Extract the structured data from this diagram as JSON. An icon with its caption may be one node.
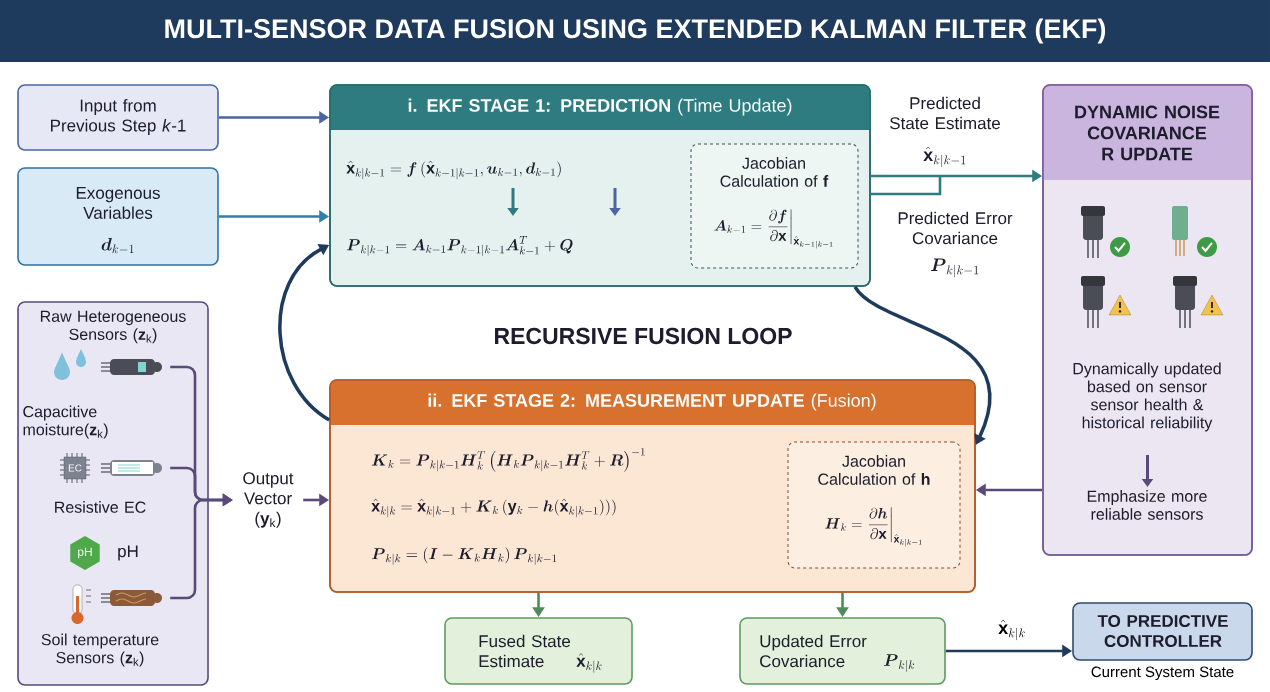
{
  "diagram": {
    "title": "MULTI-SENSOR DATA FUSION USING EXTENDED KALMAN FILTER (EKF)",
    "nodes": [
      {
        "text": [
          "Input from Previous Step *k*-1"
        ]
      },
      {
        "text": [
          "Exogenous Variables",
          "\\boldsymbol{d}_{k-1}"
        ]
      },
      {
        "text": [
          "**i. EKF STAGE 1: PREDICTION** (Time Update)",
          "\\hat{\\mathbf{x}}_{k|k-1} = \\boldsymbol{f}\\,(\\hat{\\mathbf{x}}_{k-1|k-1}, \\boldsymbol{u}_{k-1}, \\boldsymbol{d}_{k-1})",
          "\\boldsymbol{P}_{k|k-1} = \\boldsymbol{A}_{k-1}\\boldsymbol{P}_{k-1|k-1}\\boldsymbol{A}_{k-1}^{T} + \\boldsymbol{Q}"
        ]
      },
      {
        "text": [
          "Jacobian Calculation of **f**",
          "\\boldsymbol{A}_{k-1} = \\left.\\frac{\\partial \\boldsymbol{f}}{\\partial \\mathbf{x}}\\right|_{\\hat{\\mathbf{x}}_{k-1|k-1}}"
        ],
        "in": 2
      },
      {
        "text": [
          "DYNAMIC NOISE COVARIANCE R UPDATE",
          "Dynamically updated based on sensor sensor health & historical reliability",
          "Emphasize more reliable sensors"
        ]
      },
      {
        "text": [
          "Raw Heterogeneous Sensors (**z**$_{k}$)"
        ]
      },
      {
        "text": [
          "Capacitive moisture(**z**$_{k}$)"
        ],
        "in": 5
      },
      {
        "text": [
          "EC",
          "Resistive EC"
        ],
        "in": 5
      },
      {
        "text": [
          "pH",
          "pH"
        ],
        "in": 5
      },
      {
        "text": [
          "Soil temperature Sensors (**z**$_{k}$)"
        ],
        "in": 5
      },
      {
        "text": [
          "Output Vector (**y**$_{k}$)"
        ]
      },
      {
        "text": [
          "**ii. EKF STAGE 2: MEASUREMENT UPDATE** (Fusion)",
          "\\boldsymbol{K}_k = \\boldsymbol{P}_{k|k-1}\\boldsymbol{H}_k^{T}\\left(\\boldsymbol{H}_k\\boldsymbol{P}_{k|k-1}\\boldsymbol{H}_k^{T} + \\boldsymbol{R}\\right)^{-1}",
          "\\hat{\\mathbf{x}}_{k|k} = \\hat{\\mathbf{x}}_{k|k-1} + \\boldsymbol{K}_k\\,(\\mathbf{y}_k - \\boldsymbol{h}(\\hat{\\mathbf{x}}_{k|k-1})))",
          "\\boldsymbol{P}_{k|k} = (\\boldsymbol{I} - \\boldsymbol{K}_k\\boldsymbol{H}_k)\\,\\boldsymbol{P}_{k|k-1}"
        ]
      },
      {
        "text": [
          "Jacobian Calculation of **h**",
          "\\boldsymbol{H}_k = \\left.\\frac{\\partial \\boldsymbol{h}}{\\partial \\mathbf{x}}\\right|_{\\hat{\\mathbf{x}}_{k|k-1}}"
        ],
        "in": 11
      },
      {
        "text": [
          "Fused State Estimate",
          "\\hat{\\mathbf{x}}_{k|k}"
        ]
      },
      {
        "text": [
          "Updated Error Covariance",
          "\\boldsymbol{P}_{k|k}"
        ]
      },
      {
        "text": [
          "TO PREDICTIVE CONTROLLER"
        ],
        "beside": [
          "Current System State"
        ]
      }
    ],
    "edges": [
      {
        "from": 0,
        "to": 2,
        "arrow": "to",
        "color": "#4b65a3"
      },
      {
        "from": 1,
        "to": 2,
        "arrow": "to",
        "color": "#2f7fa8"
      },
      {
        "from": 2,
        "to": 4,
        "arrow": "to",
        "color": "#2f7c80"
      },
      {
        "from": 2,
        "to": 11,
        "arrow": "to",
        "color": "#1e3a5c"
      },
      {
        "from": 11,
        "to": 2,
        "arrow": "to",
        "color": "#1e3a5c"
      },
      {
        "from": 6,
        "to": 10,
        "arrow": "to"
      },
      {
        "from": 7,
        "to": 10,
        "arrow": "to"
      },
      {
        "from": 9,
        "to": 10,
        "arrow": "to"
      },
      {
        "from": 10,
        "to": 11,
        "arrow": "to"
      },
      {
        "from": 4,
        "to": 11,
        "arrow": "to"
      },
      {
        "from": 11,
        "to": 13,
        "arrow": "to",
        "color": "#4f8a5c"
      },
      {
        "from": 11,
        "to": 14,
        "arrow": "to",
        "color": "#4f8a5c"
      },
      {
        "from": 14,
        "to": 15,
        "arrow": "to",
        "label": "\\hat{\\mathbf{x}}_{k|k}",
        "color": "#1e3a5c"
      }
    ],
    "labels": [
      "Predicted State Estimate",
      "\\hat{\\mathbf{x}}_{k|k-1}",
      "Predicted Error Covariance",
      "\\boldsymbol{P}_{k|k-1}",
      "RECURSIVE FUSION LOOP"
    ]
  }
}
